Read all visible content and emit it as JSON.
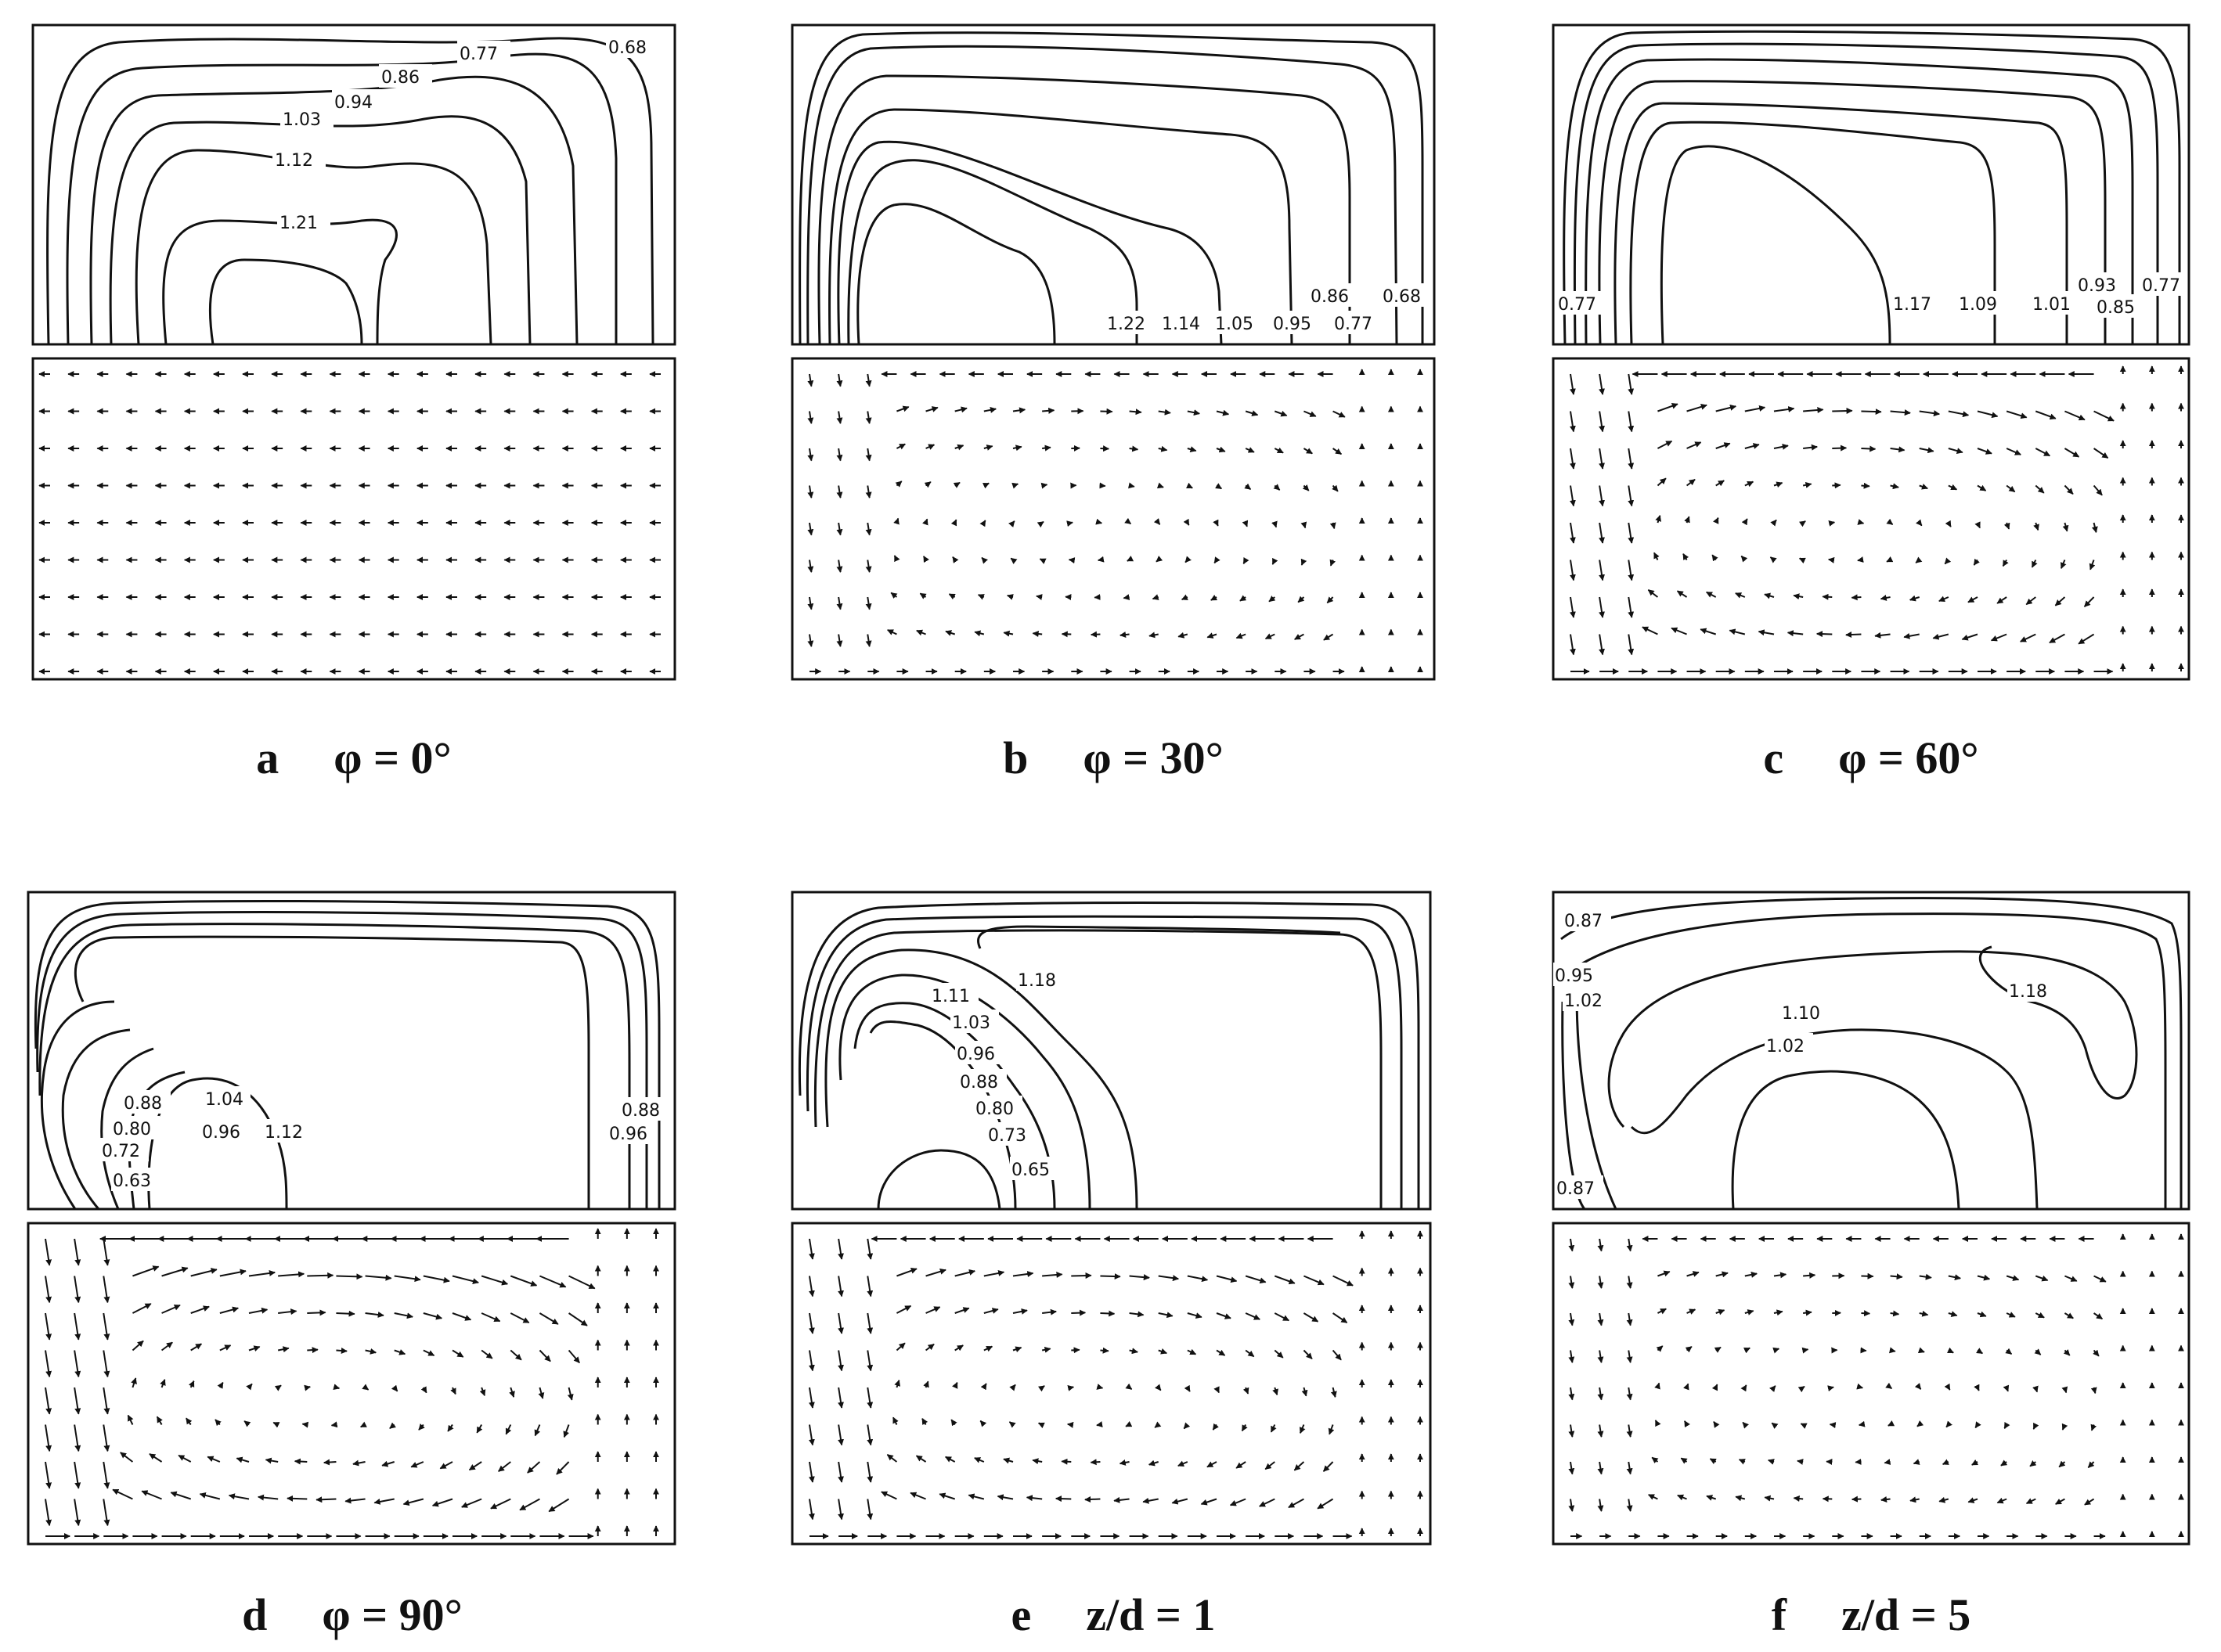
{
  "panels": [
    {
      "id": "a",
      "letter": "a",
      "caption": "φ = 0°",
      "contour_labels": [
        "0.77",
        "0.68",
        "0.86",
        "0.94",
        "1.03",
        "1.12",
        "1.21"
      ],
      "velocity_pattern": "uniform-leftward"
    },
    {
      "id": "b",
      "letter": "b",
      "caption": "φ = 30°",
      "contour_labels": [
        "1.22",
        "1.14",
        "1.05",
        "0.95",
        "0.86",
        "0.77",
        "0.68"
      ],
      "velocity_pattern": "weak-vortex"
    },
    {
      "id": "c",
      "letter": "c",
      "caption": "φ = 60°",
      "contour_labels": [
        "0.77",
        "1.17",
        "1.09",
        "1.01",
        "0.93",
        "0.85",
        "0.77"
      ],
      "velocity_pattern": "vortex"
    },
    {
      "id": "d",
      "letter": "d",
      "caption": "φ = 90°",
      "contour_labels": [
        "0.88",
        "1.04",
        "0.80",
        "0.96",
        "1.12",
        "0.72",
        "0.63",
        "0.88",
        "0.96"
      ],
      "velocity_pattern": "strong-vortex"
    },
    {
      "id": "e",
      "letter": "e",
      "caption": "z/d = 1",
      "contour_labels": [
        "1.18",
        "1.11",
        "1.03",
        "0.96",
        "0.88",
        "0.80",
        "0.73",
        "0.65"
      ],
      "velocity_pattern": "vortex"
    },
    {
      "id": "f",
      "letter": "f",
      "caption": "z/d = 5",
      "contour_labels": [
        "0.87",
        "0.95",
        "1.02",
        "1.10",
        "1.18",
        "1.02",
        "0.87"
      ],
      "velocity_pattern": "weak-vortex"
    }
  ]
}
